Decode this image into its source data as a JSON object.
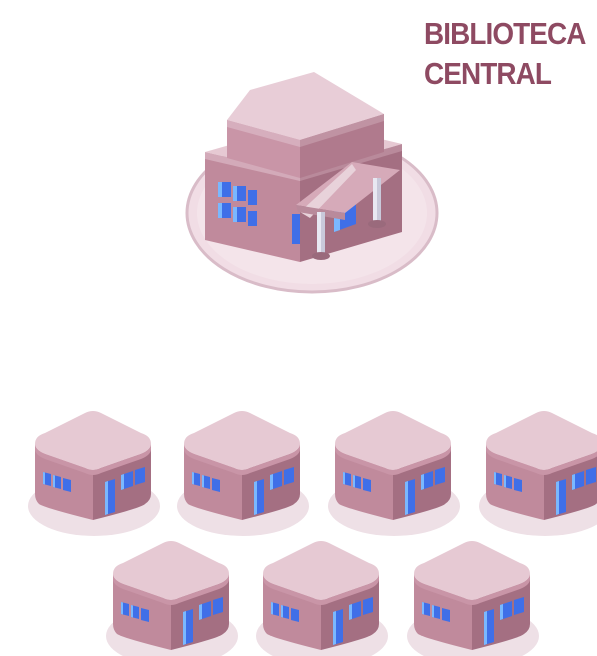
{
  "title": {
    "line1": "BIBLIOTECA",
    "line2": "CENTRAL"
  },
  "icons": {
    "central_library": "central-library-building-icon",
    "branch_building": "branch-building-icon"
  },
  "branch_count": 7,
  "colors": {
    "title": "#8e4a62",
    "wall": "#c08a9c",
    "wall_side": "#a46f82",
    "roof_top": "#e6c9d3",
    "roof_edge": "#d3aab9",
    "window": "#3f6fe8",
    "window_light": "#7ab8ff",
    "base_disc": "#f1dde5",
    "base_disc_edge": "#d9bcc8",
    "column": "#e8e8f2",
    "shadow": "#eee0e6"
  }
}
